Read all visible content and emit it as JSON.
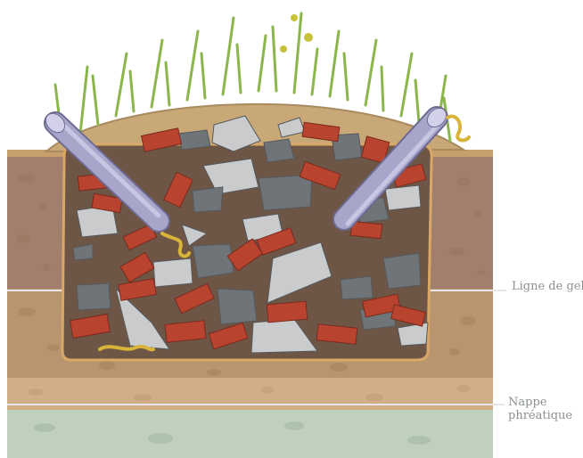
{
  "labels": {
    "frost_line": "Ligne de gel",
    "water_table_line1": "Nappe",
    "water_table_line2": "phréatique"
  },
  "colors": {
    "topsoil": "#a27f6c",
    "subsoil": "#b9956f",
    "deep_soil": "#d2ae87",
    "groundwater": "#bfd0bd",
    "pit_fill": "#6e5646",
    "mound": "#c9a878",
    "brick": "#b8432f",
    "stone_dark": "#6f7479",
    "stone_light": "#c9cbcd",
    "pipe": "#a7a5c9",
    "grass": "#8ab64a",
    "label_line": "#e6e6e6",
    "label_text": "#8a8f92",
    "worm": "#d8b43a"
  },
  "icons": [
    "brick-icon",
    "stone-icon",
    "pipe-icon",
    "grass-icon",
    "worm-icon"
  ]
}
